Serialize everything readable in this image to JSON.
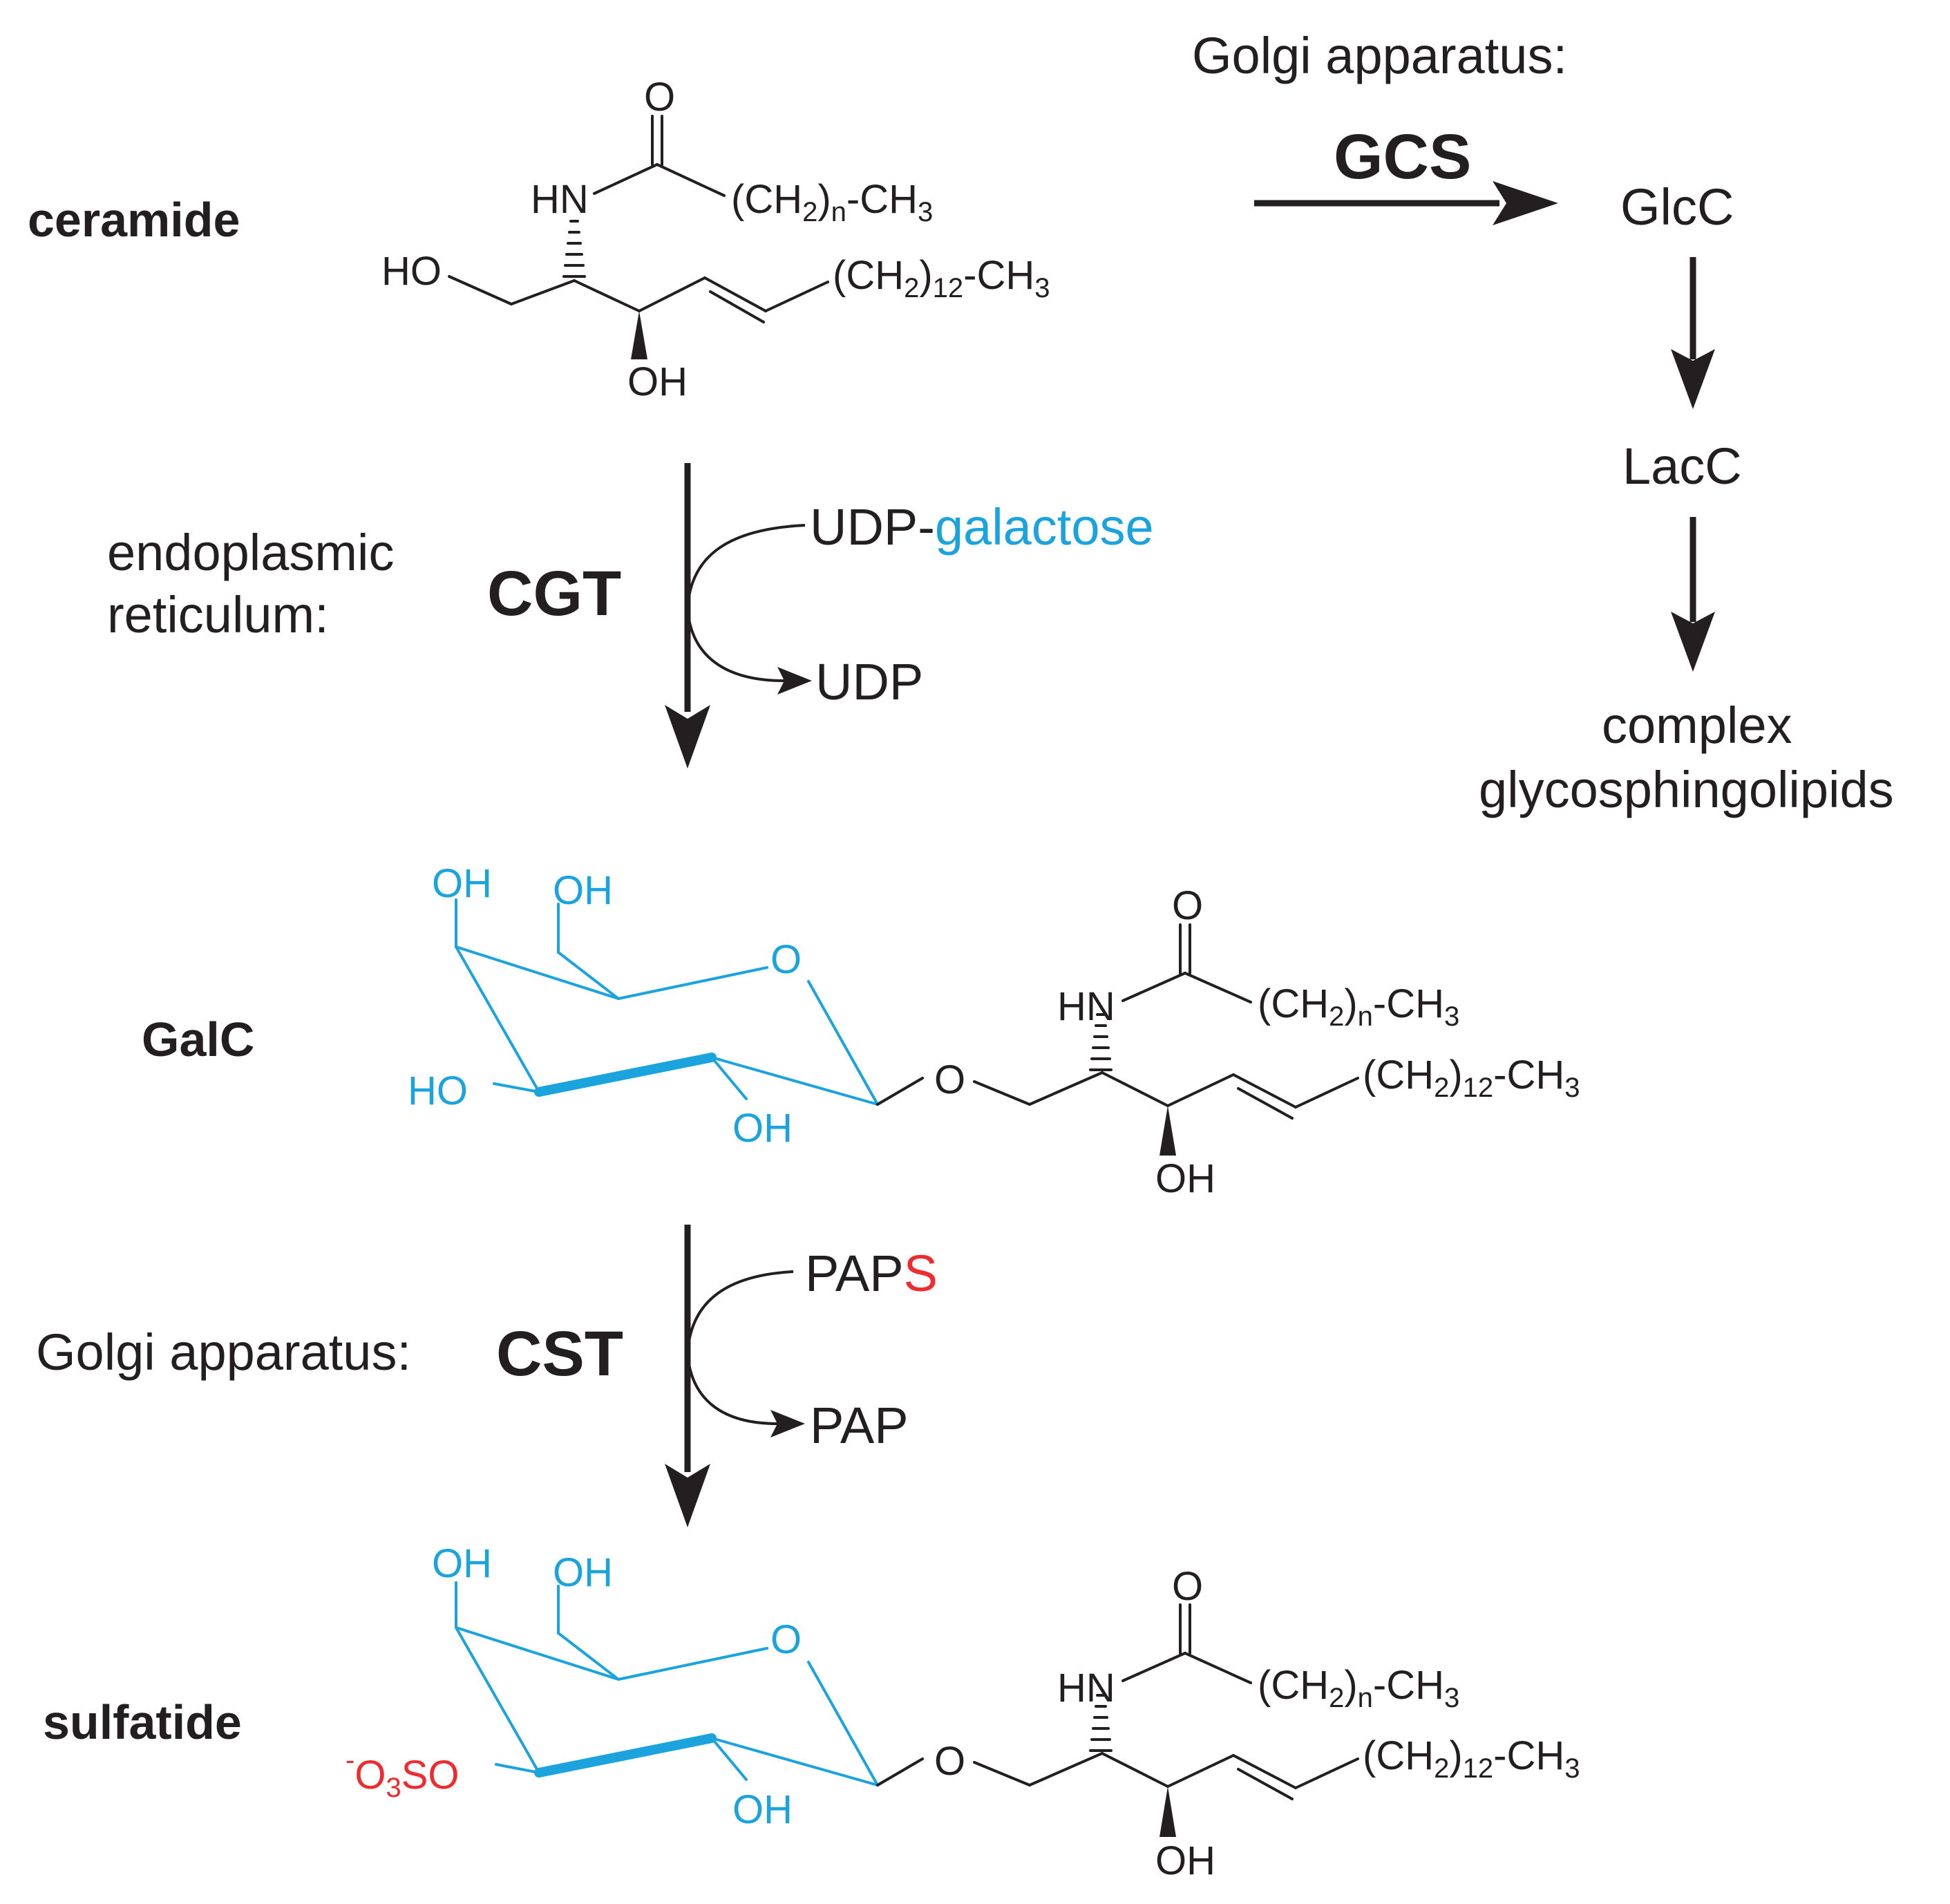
{
  "compartments": {
    "golgi_top": "Golgi apparatus:",
    "er_line1": "endoplasmic",
    "er_line2": "reticulum:",
    "golgi_lower": "Golgi apparatus:"
  },
  "compounds": {
    "ceramide": "ceramide",
    "galc": "GalC",
    "sulfatide": "sulfatide",
    "glcc": "GlcC",
    "lacc": "LacC",
    "complex_line1": "complex",
    "complex_line2": "glycosphingolipids"
  },
  "enzymes": {
    "gcs": "GCS",
    "cgt": "CGT",
    "cst": "CST"
  },
  "cosubstrates": {
    "udp_prefix": "UDP-",
    "galactose": "galactose",
    "udp": "UDP",
    "paps_prefix": "PAP",
    "paps_s": "S",
    "pap": "PAP"
  },
  "atoms": {
    "O": "O",
    "HN": "HN",
    "HO": "HO",
    "OH": "OH",
    "CH": "(CH",
    "two": "2",
    "paren": ")",
    "n": "n",
    "dash_ch": "-CH",
    "three": "3",
    "twelve": "12",
    "minus": "-",
    "o3": "O",
    "s_o": "SO"
  },
  "colors": {
    "galactose": "#1ba3dd",
    "sulfate": "#ee2b2e",
    "ink": "#231f20"
  }
}
